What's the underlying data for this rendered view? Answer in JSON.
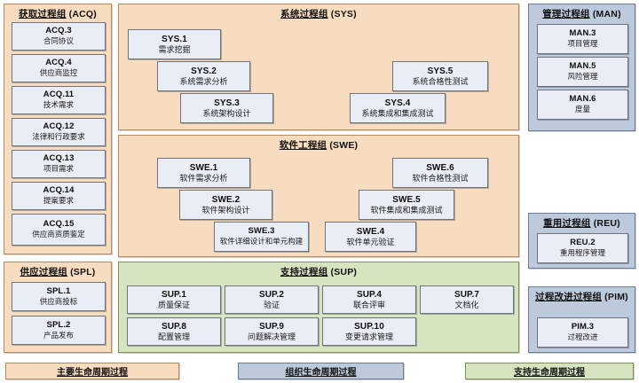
{
  "colors": {
    "primary_lifecycle": "#f8dcc0",
    "organizational_lifecycle": "#bdcadc",
    "supporting_lifecycle": "#d7e4c0",
    "process_box_fill": "#e9edf5",
    "process_box_border": "#6c7480"
  },
  "groups": {
    "acq": {
      "title_cn": "获取过程组",
      "title_en": "(ACQ)",
      "category": "primary",
      "processes": [
        {
          "code": "ACQ.3",
          "name": "合同协议"
        },
        {
          "code": "ACQ.4",
          "name": "供应商监控"
        },
        {
          "code": "ACQ.11",
          "name": "技术需求"
        },
        {
          "code": "ACQ.12",
          "name": "法律和行政要求"
        },
        {
          "code": "ACQ.13",
          "name": "项目需求"
        },
        {
          "code": "ACQ.14",
          "name": "提案要求"
        },
        {
          "code": "ACQ.15",
          "name": "供应商资质鉴定"
        }
      ]
    },
    "spl": {
      "title_cn": "供应过程组",
      "title_en": "(SPL)",
      "category": "primary",
      "processes": [
        {
          "code": "SPL.1",
          "name": "供应商投标"
        },
        {
          "code": "SPL.2",
          "name": "产品发布"
        }
      ]
    },
    "sys": {
      "title_cn": "系统过程组",
      "title_en": "(SYS)",
      "category": "primary",
      "processes": [
        {
          "code": "SYS.1",
          "name": "需求挖掘"
        },
        {
          "code": "SYS.2",
          "name": "系统需求分析"
        },
        {
          "code": "SYS.3",
          "name": "系统架构设计"
        },
        {
          "code": "SYS.4",
          "name": "系统集成和集成测试"
        },
        {
          "code": "SYS.5",
          "name": "系统合格性测试"
        }
      ]
    },
    "swe": {
      "title_cn": "软件工程组",
      "title_en": "(SWE)",
      "category": "primary",
      "processes": [
        {
          "code": "SWE.1",
          "name": "软件需求分析"
        },
        {
          "code": "SWE.2",
          "name": "软件架构设计"
        },
        {
          "code": "SWE.3",
          "name": "软件详细设计和单元构建"
        },
        {
          "code": "SWE.4",
          "name": "软件单元验证"
        },
        {
          "code": "SWE.5",
          "name": "软件集成和集成测试"
        },
        {
          "code": "SWE.6",
          "name": "软件合格性测试"
        }
      ]
    },
    "sup": {
      "title_cn": "支持过程组",
      "title_en": "(SUP)",
      "category": "supporting",
      "processes": [
        {
          "code": "SUP.1",
          "name": "质量保证"
        },
        {
          "code": "SUP.2",
          "name": "验证"
        },
        {
          "code": "SUP.4",
          "name": "联合评审"
        },
        {
          "code": "SUP.7",
          "name": "文档化"
        },
        {
          "code": "SUP.8",
          "name": "配置管理"
        },
        {
          "code": "SUP.9",
          "name": "问题解决管理"
        },
        {
          "code": "SUP.10",
          "name": "变更请求管理"
        }
      ]
    },
    "man": {
      "title_cn": "管理过程组",
      "title_en": "(MAN)",
      "category": "organizational",
      "processes": [
        {
          "code": "MAN.3",
          "name": "项目管理"
        },
        {
          "code": "MAN.5",
          "name": "风险管理"
        },
        {
          "code": "MAN.6",
          "name": "度量"
        }
      ]
    },
    "reu": {
      "title_cn": "重用过程组",
      "title_en": "(REU)",
      "category": "organizational",
      "processes": [
        {
          "code": "REU.2",
          "name": "重用程序管理"
        }
      ]
    },
    "pim": {
      "title_cn": "过程改进过程组",
      "title_en": "(PIM)",
      "category": "organizational",
      "processes": [
        {
          "code": "PIM.3",
          "name": "过程改进"
        }
      ]
    }
  },
  "legend": [
    {
      "label": "主要生命周期过程",
      "category": "primary"
    },
    {
      "label": "组织生命周期过程",
      "category": "organizational"
    },
    {
      "label": "支持生命周期过程",
      "category": "supporting"
    }
  ]
}
